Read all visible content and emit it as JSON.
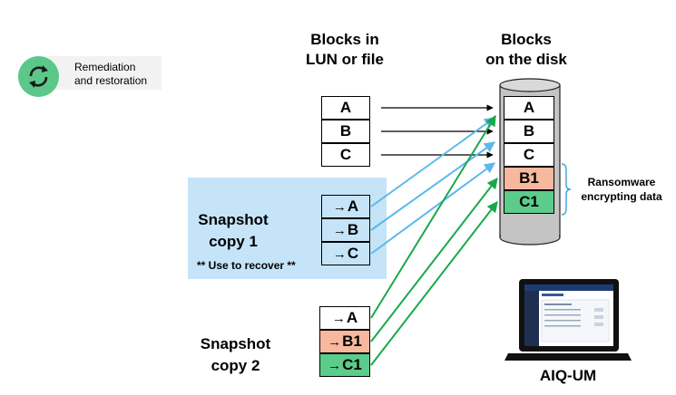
{
  "legend": {
    "icon": "refresh-cycle-icon",
    "icon_color": "#5bc88a",
    "label_line1": "Remediation",
    "label_line2": "and restoration"
  },
  "headers": {
    "lun_line1": "Blocks in",
    "lun_line2": "LUN or file",
    "disk_line1": "Blocks",
    "disk_line2": "on the disk"
  },
  "lun_blocks": [
    "A",
    "B",
    "C"
  ],
  "disk_blocks": [
    {
      "label": "A",
      "color": "#ffffff"
    },
    {
      "label": "B",
      "color": "#ffffff"
    },
    {
      "label": "C",
      "color": "#ffffff"
    },
    {
      "label": "B1",
      "color": "#f7b89e"
    },
    {
      "label": "C1",
      "color": "#5ccc8a"
    }
  ],
  "ransomware_label_line1": "Ransomware",
  "ransomware_label_line2": "encrypting data",
  "snapshot1": {
    "title_line1": "Snapshot",
    "title_line2": "copy 1",
    "note": "** Use to recover **",
    "panel_color": "#c5e4f8",
    "blocks": [
      "A",
      "B",
      "C"
    ]
  },
  "snapshot2": {
    "title_line1": "Snapshot",
    "title_line2": "copy 2",
    "blocks": [
      {
        "label": "A",
        "color": "#ffffff"
      },
      {
        "label": "B1",
        "color": "#f7b89e"
      },
      {
        "label": "C1",
        "color": "#5ccc8a"
      }
    ]
  },
  "laptop": {
    "icon": "laptop-icon",
    "label": "AIQ-UM"
  },
  "colors": {
    "black_arrow": "#000000",
    "blue_arrow": "#5cb8ea",
    "green_arrow": "#19a84b",
    "bracket": "#4aa3d8"
  }
}
